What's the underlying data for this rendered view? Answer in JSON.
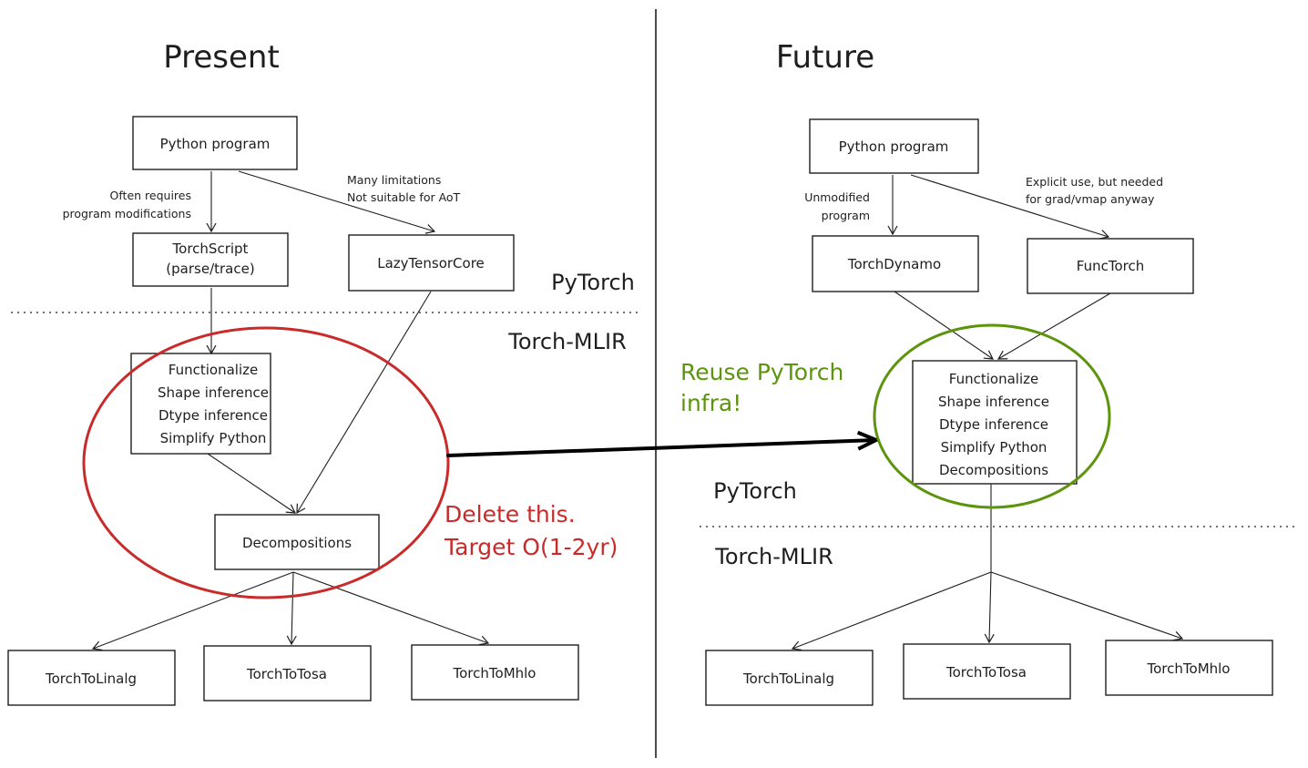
{
  "colors": {
    "ink": "#1e1e1e",
    "delete_red": "#c92a2a",
    "reuse_green": "#5c940d",
    "background": "#ffffff"
  },
  "present": {
    "heading": "Present",
    "layer_labels": {
      "pytorch": "PyTorch",
      "torch_mlir": "Torch-MLIR"
    },
    "nodes": {
      "python_program": [
        "Python program"
      ],
      "torchscript": [
        "TorchScript",
        "(parse/trace)"
      ],
      "lazy_tensor_core": [
        "LazyTensorCore"
      ],
      "passes": [
        "Functionalize",
        "Shape inference",
        "Dtype inference",
        "Simplify Python"
      ],
      "decompositions": [
        "Decompositions"
      ],
      "torch_to_linalg": [
        "TorchToLinalg"
      ],
      "torch_to_tosa": [
        "TorchToTosa"
      ],
      "torch_to_mhlo": [
        "TorchToMhlo"
      ]
    },
    "edge_notes": {
      "torchscript": [
        "Often requires",
        "program modifications"
      ],
      "lazy_tensor_core": [
        "Many limitations",
        "Not suitable for AoT"
      ]
    },
    "callout": [
      "Delete this.",
      "Target O(1-2yr)"
    ]
  },
  "future": {
    "heading": "Future",
    "callout": [
      "Reuse PyTorch",
      "infra!"
    ],
    "layer_labels": {
      "pytorch": "PyTorch",
      "torch_mlir": "Torch-MLIR"
    },
    "nodes": {
      "python_program": [
        "Python program"
      ],
      "torchdynamo": [
        "TorchDynamo"
      ],
      "functorch": [
        "FuncTorch"
      ],
      "passes": [
        "Functionalize",
        "Shape inference",
        "Dtype inference",
        "Simplify Python",
        "Decompositions"
      ],
      "torch_to_linalg": [
        "TorchToLinalg"
      ],
      "torch_to_tosa": [
        "TorchToTosa"
      ],
      "torch_to_mhlo": [
        "TorchToMhlo"
      ]
    },
    "edge_notes": {
      "torchdynamo": [
        "Unmodified",
        "program"
      ],
      "functorch": [
        "Explicit use, but needed",
        "for grad/vmap anyway"
      ]
    }
  }
}
